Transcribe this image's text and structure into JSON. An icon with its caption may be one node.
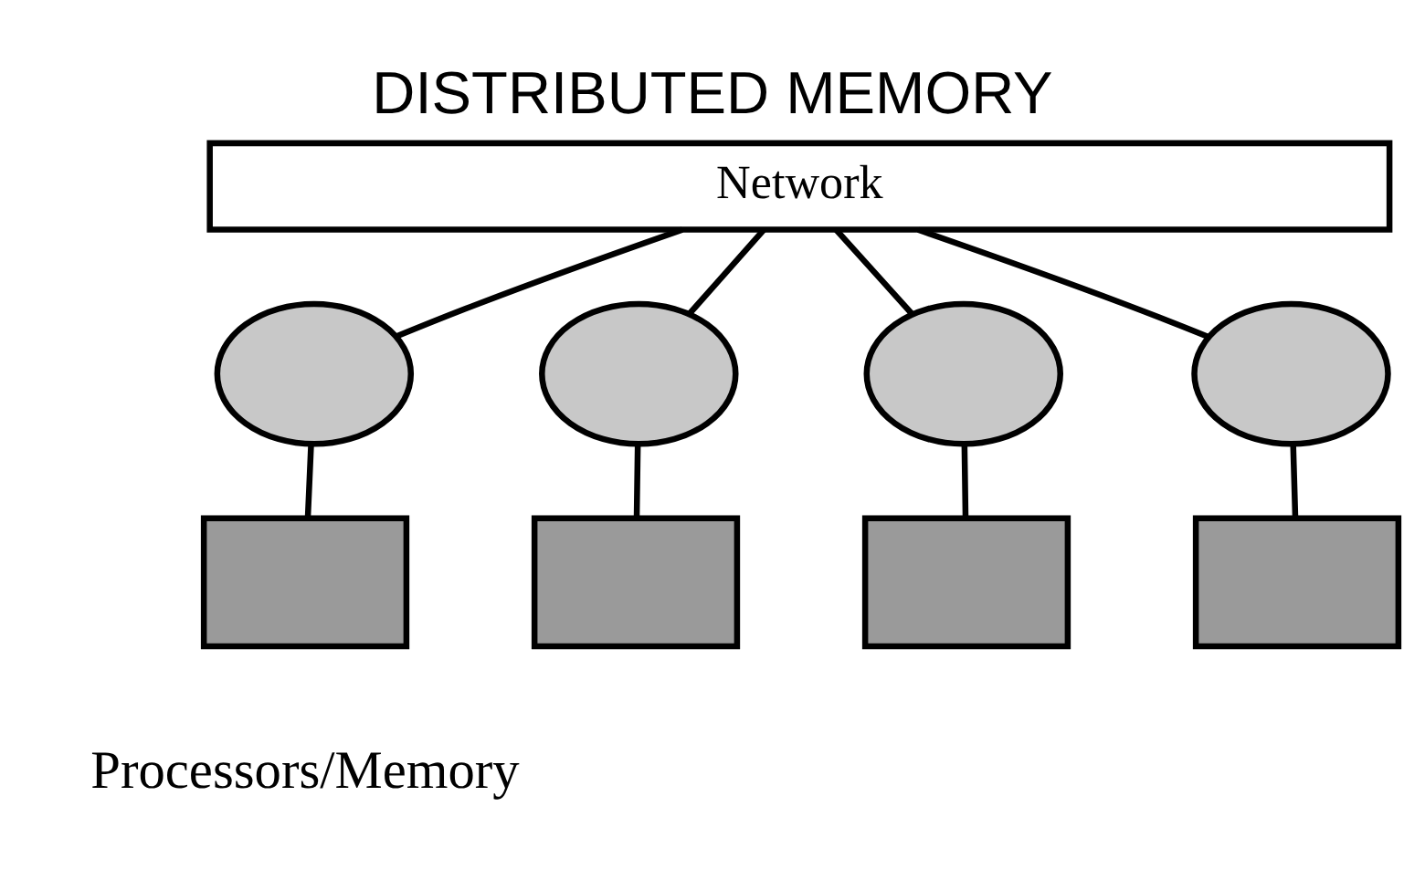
{
  "diagram": {
    "title": "DISTRIBUTED MEMORY",
    "nodes": [
      {
        "text": [
          "Network"
        ]
      },
      {
        "text": [],
        "shape": "ellipse"
      },
      {
        "text": [],
        "shape": "ellipse"
      },
      {
        "text": [],
        "shape": "ellipse"
      },
      {
        "text": [],
        "shape": "ellipse"
      },
      {
        "text": [],
        "shape": "box"
      },
      {
        "text": [],
        "shape": "box"
      },
      {
        "text": [],
        "shape": "box"
      },
      {
        "text": [],
        "shape": "box"
      }
    ],
    "edges": [
      {
        "from": 0,
        "to": 1,
        "arrow": "none"
      },
      {
        "from": 0,
        "to": 2,
        "arrow": "none"
      },
      {
        "from": 0,
        "to": 3,
        "arrow": "none"
      },
      {
        "from": 0,
        "to": 4,
        "arrow": "none"
      },
      {
        "from": 1,
        "to": 5,
        "arrow": "none"
      },
      {
        "from": 2,
        "to": 6,
        "arrow": "none"
      },
      {
        "from": 3,
        "to": 7,
        "arrow": "none"
      },
      {
        "from": 4,
        "to": 8,
        "arrow": "none"
      }
    ],
    "labels": [
      "Processors/Memory"
    ]
  }
}
